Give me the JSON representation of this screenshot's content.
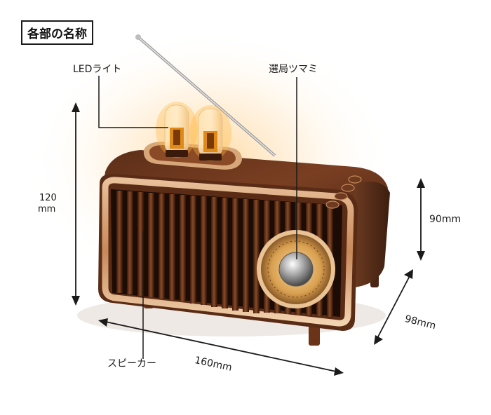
{
  "title": "各部の名称",
  "labels": {
    "led_light": "LEDライト",
    "tuning_knob": "選局ツマミ",
    "speaker": "スピーカー"
  },
  "dimensions": {
    "height_value": "120",
    "height_unit": "mm",
    "width": "160mm",
    "depth": "98mm",
    "cabinet_height": "90mm"
  },
  "colors": {
    "wood_dark": "#4a2414",
    "wood_mid": "#7a3f22",
    "frame_gold": "#d9a877",
    "tube_glow": "#f0a030",
    "line": "#1a1a1a"
  }
}
